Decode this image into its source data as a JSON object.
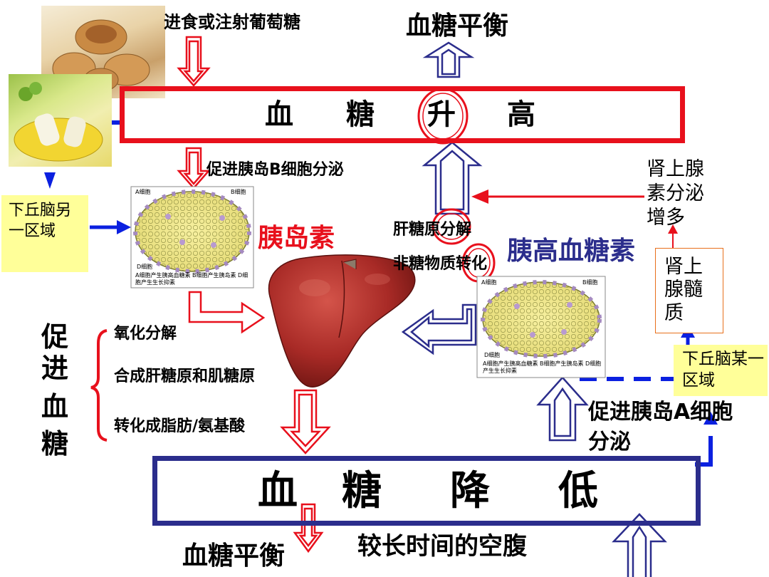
{
  "top_intake": "进食或注射葡萄糖",
  "balance_top": "血糖平衡",
  "rise_chars": [
    "血",
    "糖",
    "升",
    "高"
  ],
  "promote_b": "促进胰岛B细胞分泌",
  "hypothalamus_left": "下丘脑另一区域",
  "insulin": "胰岛素",
  "liver_glycogen_breakdown": "肝糖原分解",
  "non_sugar_conversion": "非糖物质转化",
  "glucagon": "胰高血糖素",
  "adrenaline_lines": [
    "肾上腺",
    "素分泌",
    "增多"
  ],
  "adrenal_medulla": "肾上腺髓质",
  "hypothalamus_right": "下丘脑某一区域",
  "promote_chars": [
    "促",
    "进",
    "血",
    "糖"
  ],
  "effects": [
    "氧化分解",
    "合成肝糖原和肌糖原",
    "转化成脂肪/氨基酸"
  ],
  "promote_a_lines": [
    "促进胰岛A细胞",
    "分泌"
  ],
  "fall_chars": [
    "血",
    "糖",
    "降",
    "低"
  ],
  "balance_bottom": "血糖平衡",
  "fasting": "较长时间的空腹",
  "islet_labels": {
    "a_cell": "A细胞",
    "b_cell": "B细胞",
    "d_cell": "D细胞",
    "legend": "A细胞产生胰高血糖素  B细胞产生胰岛素  D细胞产生生长抑素"
  },
  "colors": {
    "red": "#e8101c",
    "navy": "#2b2d8c",
    "note": "#ffff99",
    "blue": "#0b20e0"
  }
}
